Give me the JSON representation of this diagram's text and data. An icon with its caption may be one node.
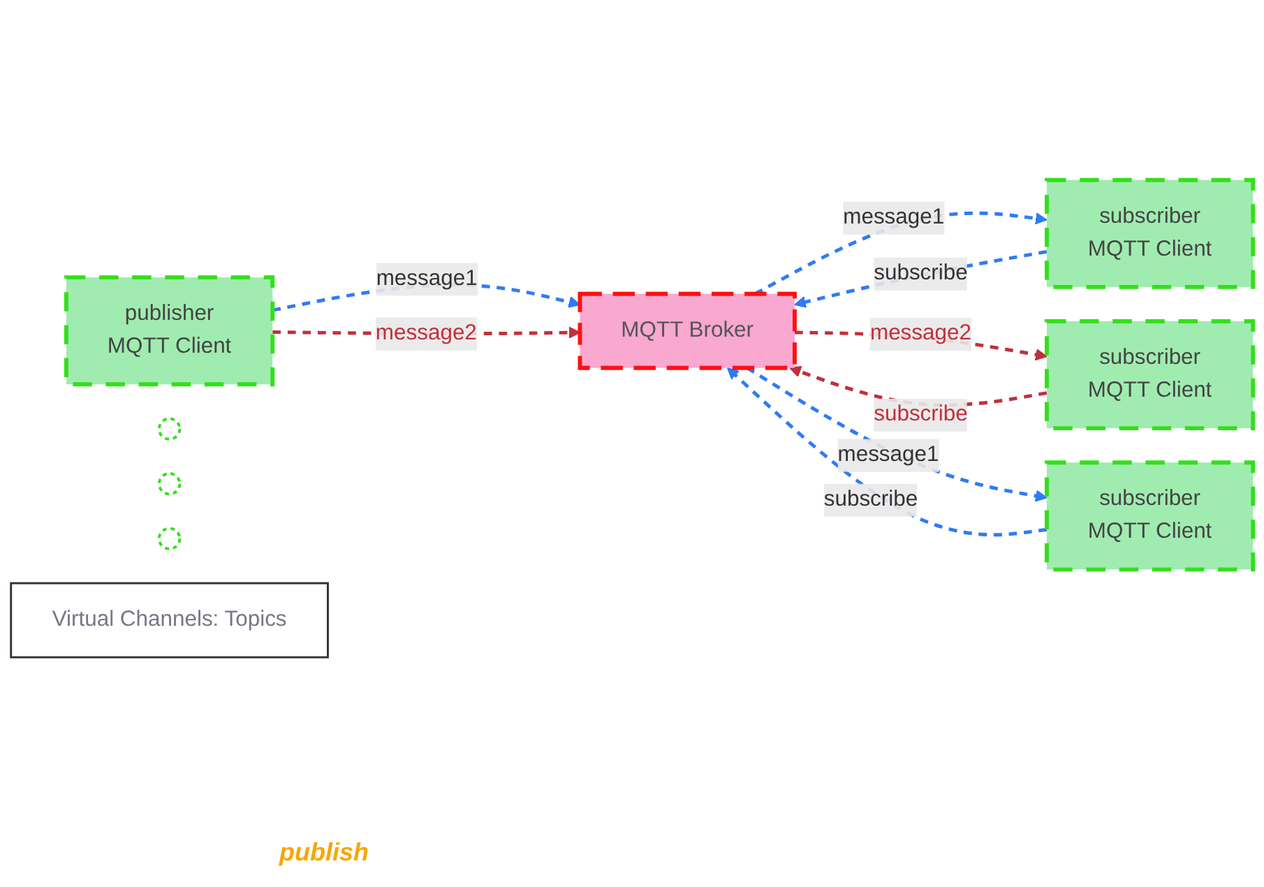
{
  "diagram": {
    "nodes": [
      {
        "text": [
          "publisher",
          "MQTT Client"
        ]
      },
      {
        "text": [
          "MQTT Broker"
        ]
      },
      {
        "text": [
          "subscriber",
          "MQTT Client"
        ]
      },
      {
        "text": [
          "subscriber",
          "MQTT Client"
        ]
      },
      {
        "text": [],
        "shape": "circle"
      },
      {
        "text": [],
        "shape": "circle"
      },
      {
        "text": [],
        "shape": "circle"
      },
      {
        "text": [
          "subscriber",
          "MQTT Client"
        ]
      },
      {
        "text": [
          "Virtual Channels: Topics"
        ]
      }
    ],
    "edges": [
      {
        "from": 0,
        "to": 1,
        "arrow": "to",
        "label": "message1",
        "style": "dashed"
      },
      {
        "from": 0,
        "to": 1,
        "arrow": "to",
        "label": "message2",
        "style": "dashed",
        "color": "#c0303c"
      },
      {
        "from": 2,
        "to": 1,
        "arrow": "to",
        "label": "subscribe",
        "style": "dashed"
      },
      {
        "from": 1,
        "to": 2,
        "arrow": "to",
        "label": "message1",
        "style": "dashed"
      },
      {
        "from": 3,
        "to": 1,
        "arrow": "to",
        "label": "subscribe",
        "style": "dashed",
        "color": "#c0303c"
      },
      {
        "from": 1,
        "to": 3,
        "arrow": "to",
        "label": "message2",
        "style": "dashed",
        "color": "#c0303c"
      },
      {
        "from": 7,
        "to": 1,
        "arrow": "to",
        "label": "subscribe",
        "style": "dashed"
      },
      {
        "from": 1,
        "to": 7,
        "arrow": "to",
        "label": "message1",
        "style": "dashed"
      }
    ],
    "labels": [
      "publish"
    ]
  }
}
